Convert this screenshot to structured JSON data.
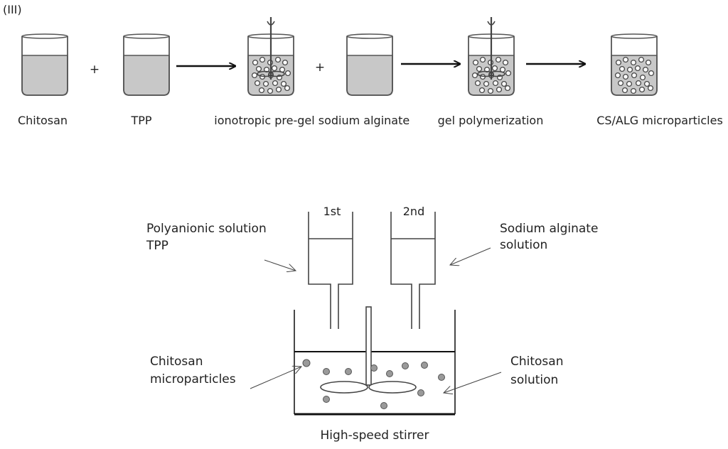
{
  "panel_label": "(III)",
  "top": {
    "labels": {
      "chitosan": "Chitosan",
      "tpp": "TPP",
      "pregel": "ionotropic pre-gel",
      "alginate": "sodium alginate",
      "polymerization": "gel polymerization",
      "microparticles": "CS/ALG microparticles"
    },
    "plus_sign": "+"
  },
  "bottom": {
    "syringe_first": "1st",
    "syringe_second": "2nd",
    "polyanionic_line1": "Polyanionic  solution",
    "polyanionic_line2": "TPP",
    "alginate_line1": "Sodium alginate",
    "alginate_line2": "solution",
    "microparticles_line1": "Chitosan",
    "microparticles_line2": "microparticles",
    "solution_line1": "Chitosan",
    "solution_line2": "solution",
    "stirrer_caption": "High-speed stirrer"
  },
  "colors": {
    "liquid": "#c8c8c8",
    "particle": "#9a9a9a",
    "stroke": "#333333"
  }
}
